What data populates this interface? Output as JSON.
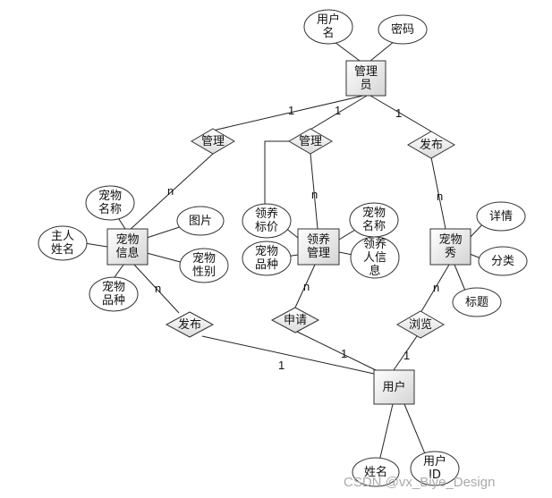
{
  "diagram": {
    "entities": [
      {
        "id": "admin",
        "label": "管理员"
      },
      {
        "id": "pet_info",
        "label": "宠物信息"
      },
      {
        "id": "adopt_mgmt",
        "label": "领养管理"
      },
      {
        "id": "pet_show",
        "label": "宠物秀"
      },
      {
        "id": "user",
        "label": "用户"
      }
    ],
    "attributes": [
      {
        "id": "a_username",
        "label": "用户名"
      },
      {
        "id": "a_password",
        "label": "密码"
      },
      {
        "id": "a_pet_name",
        "label": "宠物名称"
      },
      {
        "id": "a_image",
        "label": "图片"
      },
      {
        "id": "a_owner",
        "label": "主人姓名"
      },
      {
        "id": "a_gender",
        "label": "宠物性别"
      },
      {
        "id": "a_breed",
        "label": "宠物品种"
      },
      {
        "id": "a_adopt_price",
        "label": "领养标价"
      },
      {
        "id": "a_adopt_breed",
        "label": "宠物品种"
      },
      {
        "id": "a_adopt_name",
        "label": "宠物名称"
      },
      {
        "id": "a_adopter",
        "label": "领养人信息"
      },
      {
        "id": "a_detail",
        "label": "详情"
      },
      {
        "id": "a_category",
        "label": "分类"
      },
      {
        "id": "a_title",
        "label": "标题"
      },
      {
        "id": "a_realname",
        "label": "姓名"
      },
      {
        "id": "a_userid",
        "label": "用户ID"
      }
    ],
    "relationships": [
      {
        "id": "r_manage1",
        "label": "管理",
        "from": "admin",
        "to": "pet_info",
        "from_card": "1",
        "to_card": "n"
      },
      {
        "id": "r_manage2",
        "label": "管理",
        "from": "admin",
        "to": "adopt_mgmt",
        "from_card": "1",
        "to_card": "n"
      },
      {
        "id": "r_publish1",
        "label": "发布",
        "from": "admin",
        "to": "pet_show",
        "from_card": "1",
        "to_card": "n"
      },
      {
        "id": "r_publish2",
        "label": "发布",
        "from": "user",
        "to": "pet_info",
        "from_card": "1",
        "to_card": "n"
      },
      {
        "id": "r_apply",
        "label": "申请",
        "from": "user",
        "to": "adopt_mgmt",
        "from_card": "1",
        "to_card": "n"
      },
      {
        "id": "r_browse",
        "label": "浏览",
        "from": "user",
        "to": "pet_show",
        "from_card": "1",
        "to_card": "n"
      }
    ]
  },
  "watermark": "CSDN @vx_Biye_Design"
}
